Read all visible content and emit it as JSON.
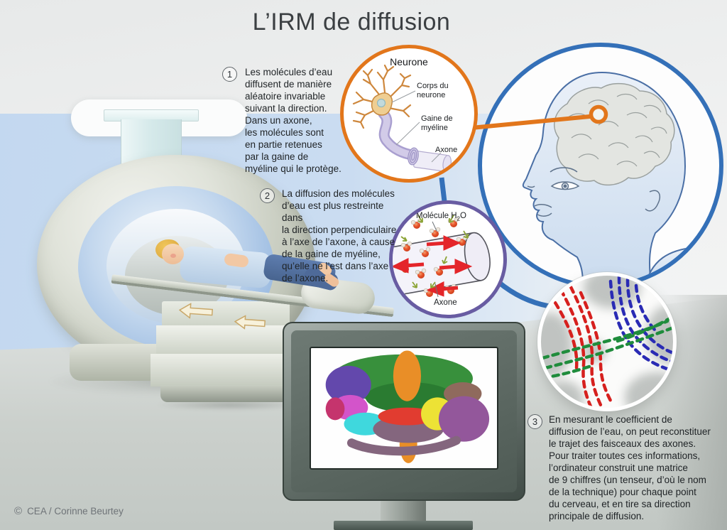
{
  "title": "L’IRM de diffusion",
  "steps": [
    {
      "num": "1",
      "text": "Les molécules d’eau\ndiffusent de manière\naléatoire invariable\nsuivant la direction.\nDans un axone,\nles molécules sont\nen partie retenues\npar la gaine de\nmyéline qui le protège."
    },
    {
      "num": "2",
      "text": "La diffusion des molécules\nd’eau est plus restreinte dans\nla direction perpendiculaire\nà l’axe de l’axone, à cause\nde la gaine de myéline,\nqu’elle ne l’est dans l’axe\nde l’axone."
    },
    {
      "num": "3",
      "text": "En mesurant le coefficient de\ndiffusion de l’eau, on peut reconstituer\nle trajet des faisceaux des axones.\nPour traiter toutes ces informations,\nl’ordinateur construit une matrice\nde 9 chiffres (un tenseur, d’où le nom\nde la technique) pour chaque point\ndu cerveau, et en tire sa direction\nprincipale de diffusion."
    }
  ],
  "neuron_inset": {
    "title": "Neurone",
    "label_soma": "Corps du\nneurone",
    "label_myelin": "Gaine de\nmyéline",
    "label_axon": "Axone"
  },
  "molecule_inset": {
    "label_molecule_prefix": "Molécule H",
    "label_molecule_sub": "2",
    "label_molecule_suffix": "O",
    "label_axon": "Axone"
  },
  "credit": {
    "symbol": "©",
    "text": "CEA / Corinne Beurtey"
  },
  "colors": {
    "orange": "#E2761B",
    "purple": "#685CA2",
    "blue": "#3470B8",
    "red_arrow": "#E4252A",
    "green_arrow": "#8CA437",
    "fiber_red": "#D6201E",
    "fiber_blue": "#2A2BB4",
    "fiber_green": "#1F8C3C",
    "title_text": "#3B3F42",
    "body_text": "#1F2326"
  }
}
